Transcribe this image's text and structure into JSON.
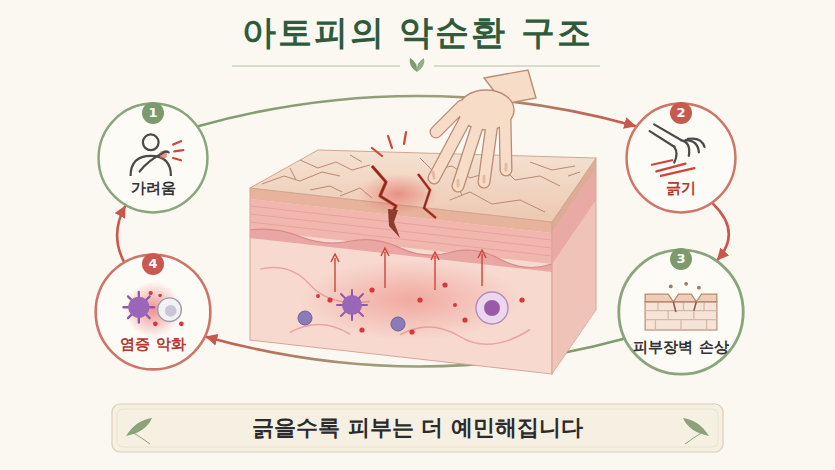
{
  "diagram": {
    "title": "아토피의 악순환 구조",
    "caption": "긁을수록 피부는 더 예민해집니다",
    "nodes": [
      {
        "text": [
          "1",
          "가려움"
        ]
      },
      {
        "text": [
          "2",
          "긁기"
        ]
      },
      {
        "text": [
          "3",
          "피부장벽 손상"
        ]
      },
      {
        "text": [
          "4",
          "염증 악화"
        ]
      }
    ],
    "edges": [
      {
        "from": 0,
        "to": 1,
        "arrow": "to"
      },
      {
        "from": 1,
        "to": 2,
        "arrow": "to"
      },
      {
        "from": 2,
        "to": 3,
        "arrow": "to"
      },
      {
        "from": 3,
        "to": 0,
        "arrow": "to"
      }
    ]
  }
}
